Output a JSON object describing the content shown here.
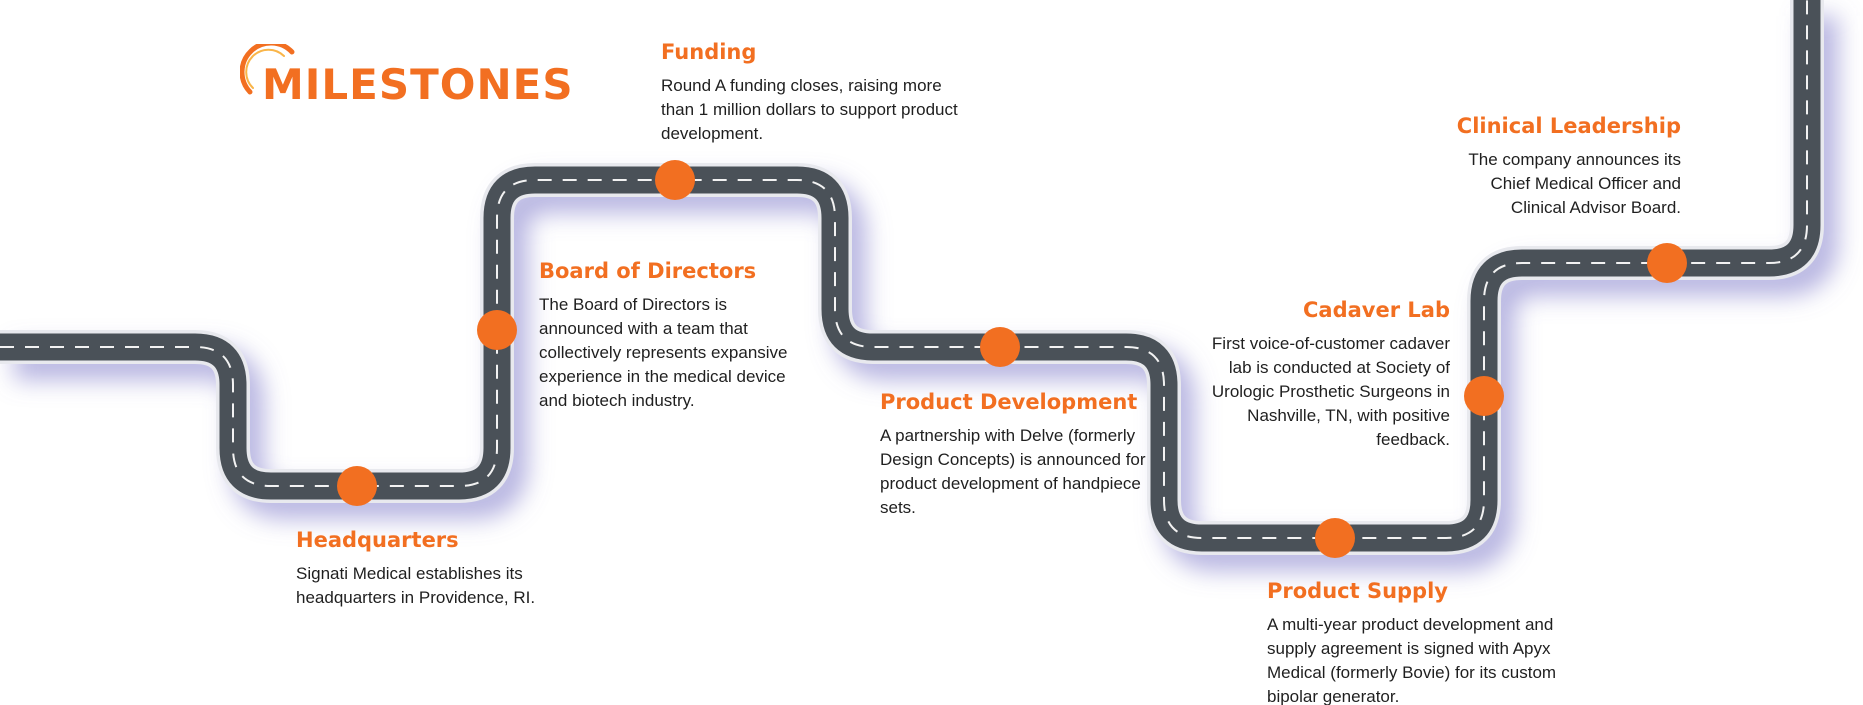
{
  "header": {
    "title": "MILESTONES"
  },
  "colors": {
    "accent": "#f26f21",
    "road": "#4a5158",
    "road_edge": "#e8e9ee",
    "road_shadow": "#7b78c9"
  },
  "milestones": [
    {
      "title": "Headquarters",
      "description": "Signati Medical establishes its headquarters in Providence, RI."
    },
    {
      "title": "Board of Directors",
      "description": "The Board of Directors is announced with a team that collectively represents expansive experience in the medical device and biotech industry."
    },
    {
      "title": "Funding",
      "description": "Round A funding closes, raising more than 1 million dollars to support product development."
    },
    {
      "title": "Product Development",
      "description": "A partnership with Delve (formerly Design Concepts) is announced for product development of handpiece sets."
    },
    {
      "title": "Product Supply",
      "description": "A multi-year product development and supply agreement is signed with Apyx Medical (formerly Bovie) for its custom bipolar generator."
    },
    {
      "title": "Cadaver Lab",
      "description": "First voice-of-customer cadaver lab is conducted at Society of Urologic Prosthetic Surgeons in Nashville, TN, with positive feedback."
    },
    {
      "title": "Clinical Leadership",
      "description": "The company announces its Chief Medical Officer and Clinical Advisor Board."
    }
  ]
}
